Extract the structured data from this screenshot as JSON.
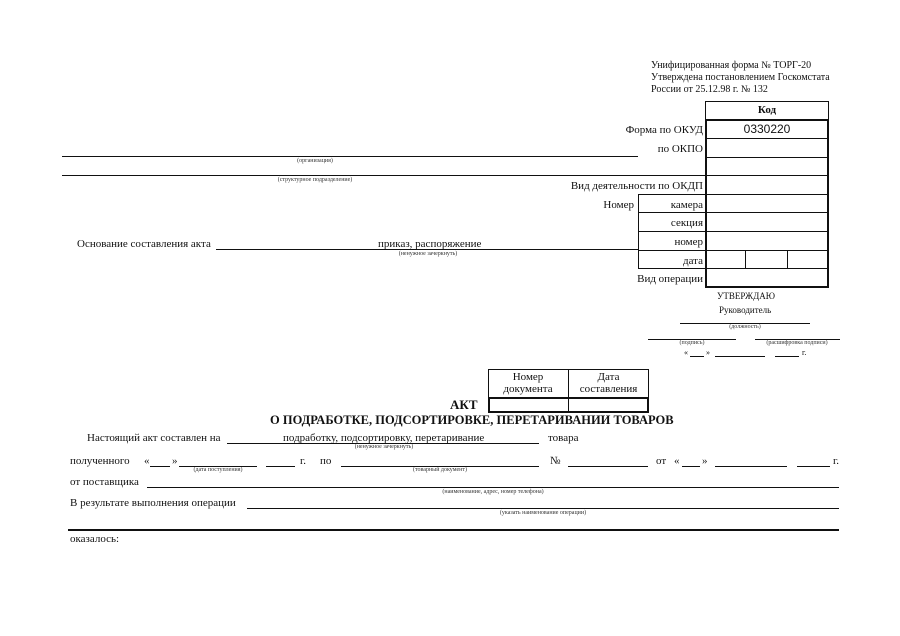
{
  "header": {
    "line1": "Унифицированная форма № ТОРГ-20",
    "line2": "Утверждена постановлением Госкомстата",
    "line3": "России от 25.12.98 г. № 132"
  },
  "codes": {
    "title": "Код",
    "okud_label": "Форма по ОКУД",
    "okud_value": "0330220",
    "okpo_label": "по ОКПО",
    "okdp_label": "Вид деятельности по ОКДП",
    "nomer_label": "Номер",
    "kamera": "камера",
    "sekciya": "секция",
    "nomer": "номер",
    "data": "дата",
    "operation_label": "Вид операции"
  },
  "org": {
    "organization_hint": "(организация)",
    "department_hint": "(структурное подразделение)"
  },
  "basis": {
    "label": "Основание составления акта",
    "value": "приказ, распоряжение",
    "hint": "(ненужное зачеркнуть)"
  },
  "approve": {
    "title": "УТВЕРЖДАЮ",
    "role": "Руководитель",
    "position_hint": "(должность)",
    "signature_hint": "(подпись)",
    "decode_hint": "(расшифровка подписи)",
    "q_open": "«",
    "q_close": "»",
    "year": "г."
  },
  "doc": {
    "number_header": "Номер документа",
    "date_header": "Дата составления",
    "title": "АКТ",
    "subtitle": "О ПОДРАБОТКЕ, ПОДСОРТИРОВКЕ, ПЕРЕТАРИВАНИИ ТОВАРОВ"
  },
  "body": {
    "composed_label": "Настоящий акт составлен на",
    "composed_value": "подработку,  подсортировку,  перетаривание",
    "composed_hint": "(ненужное зачеркнуть)",
    "goods": "товара",
    "received": "полученного",
    "q_open": "«",
    "q_close": "»",
    "receipt_date_hint": "(дата поступления)",
    "year": "г.",
    "po": "по",
    "goods_doc_hint": "(товарный документ)",
    "number_sign": "№",
    "ot": "от",
    "supplier_label": "от поставщика",
    "supplier_hint": "(наименование, адрес, номер телефона)",
    "result_label": "В результате выполнения операции",
    "result_hint": "(указать наименование операции)",
    "found": "оказалось:"
  }
}
